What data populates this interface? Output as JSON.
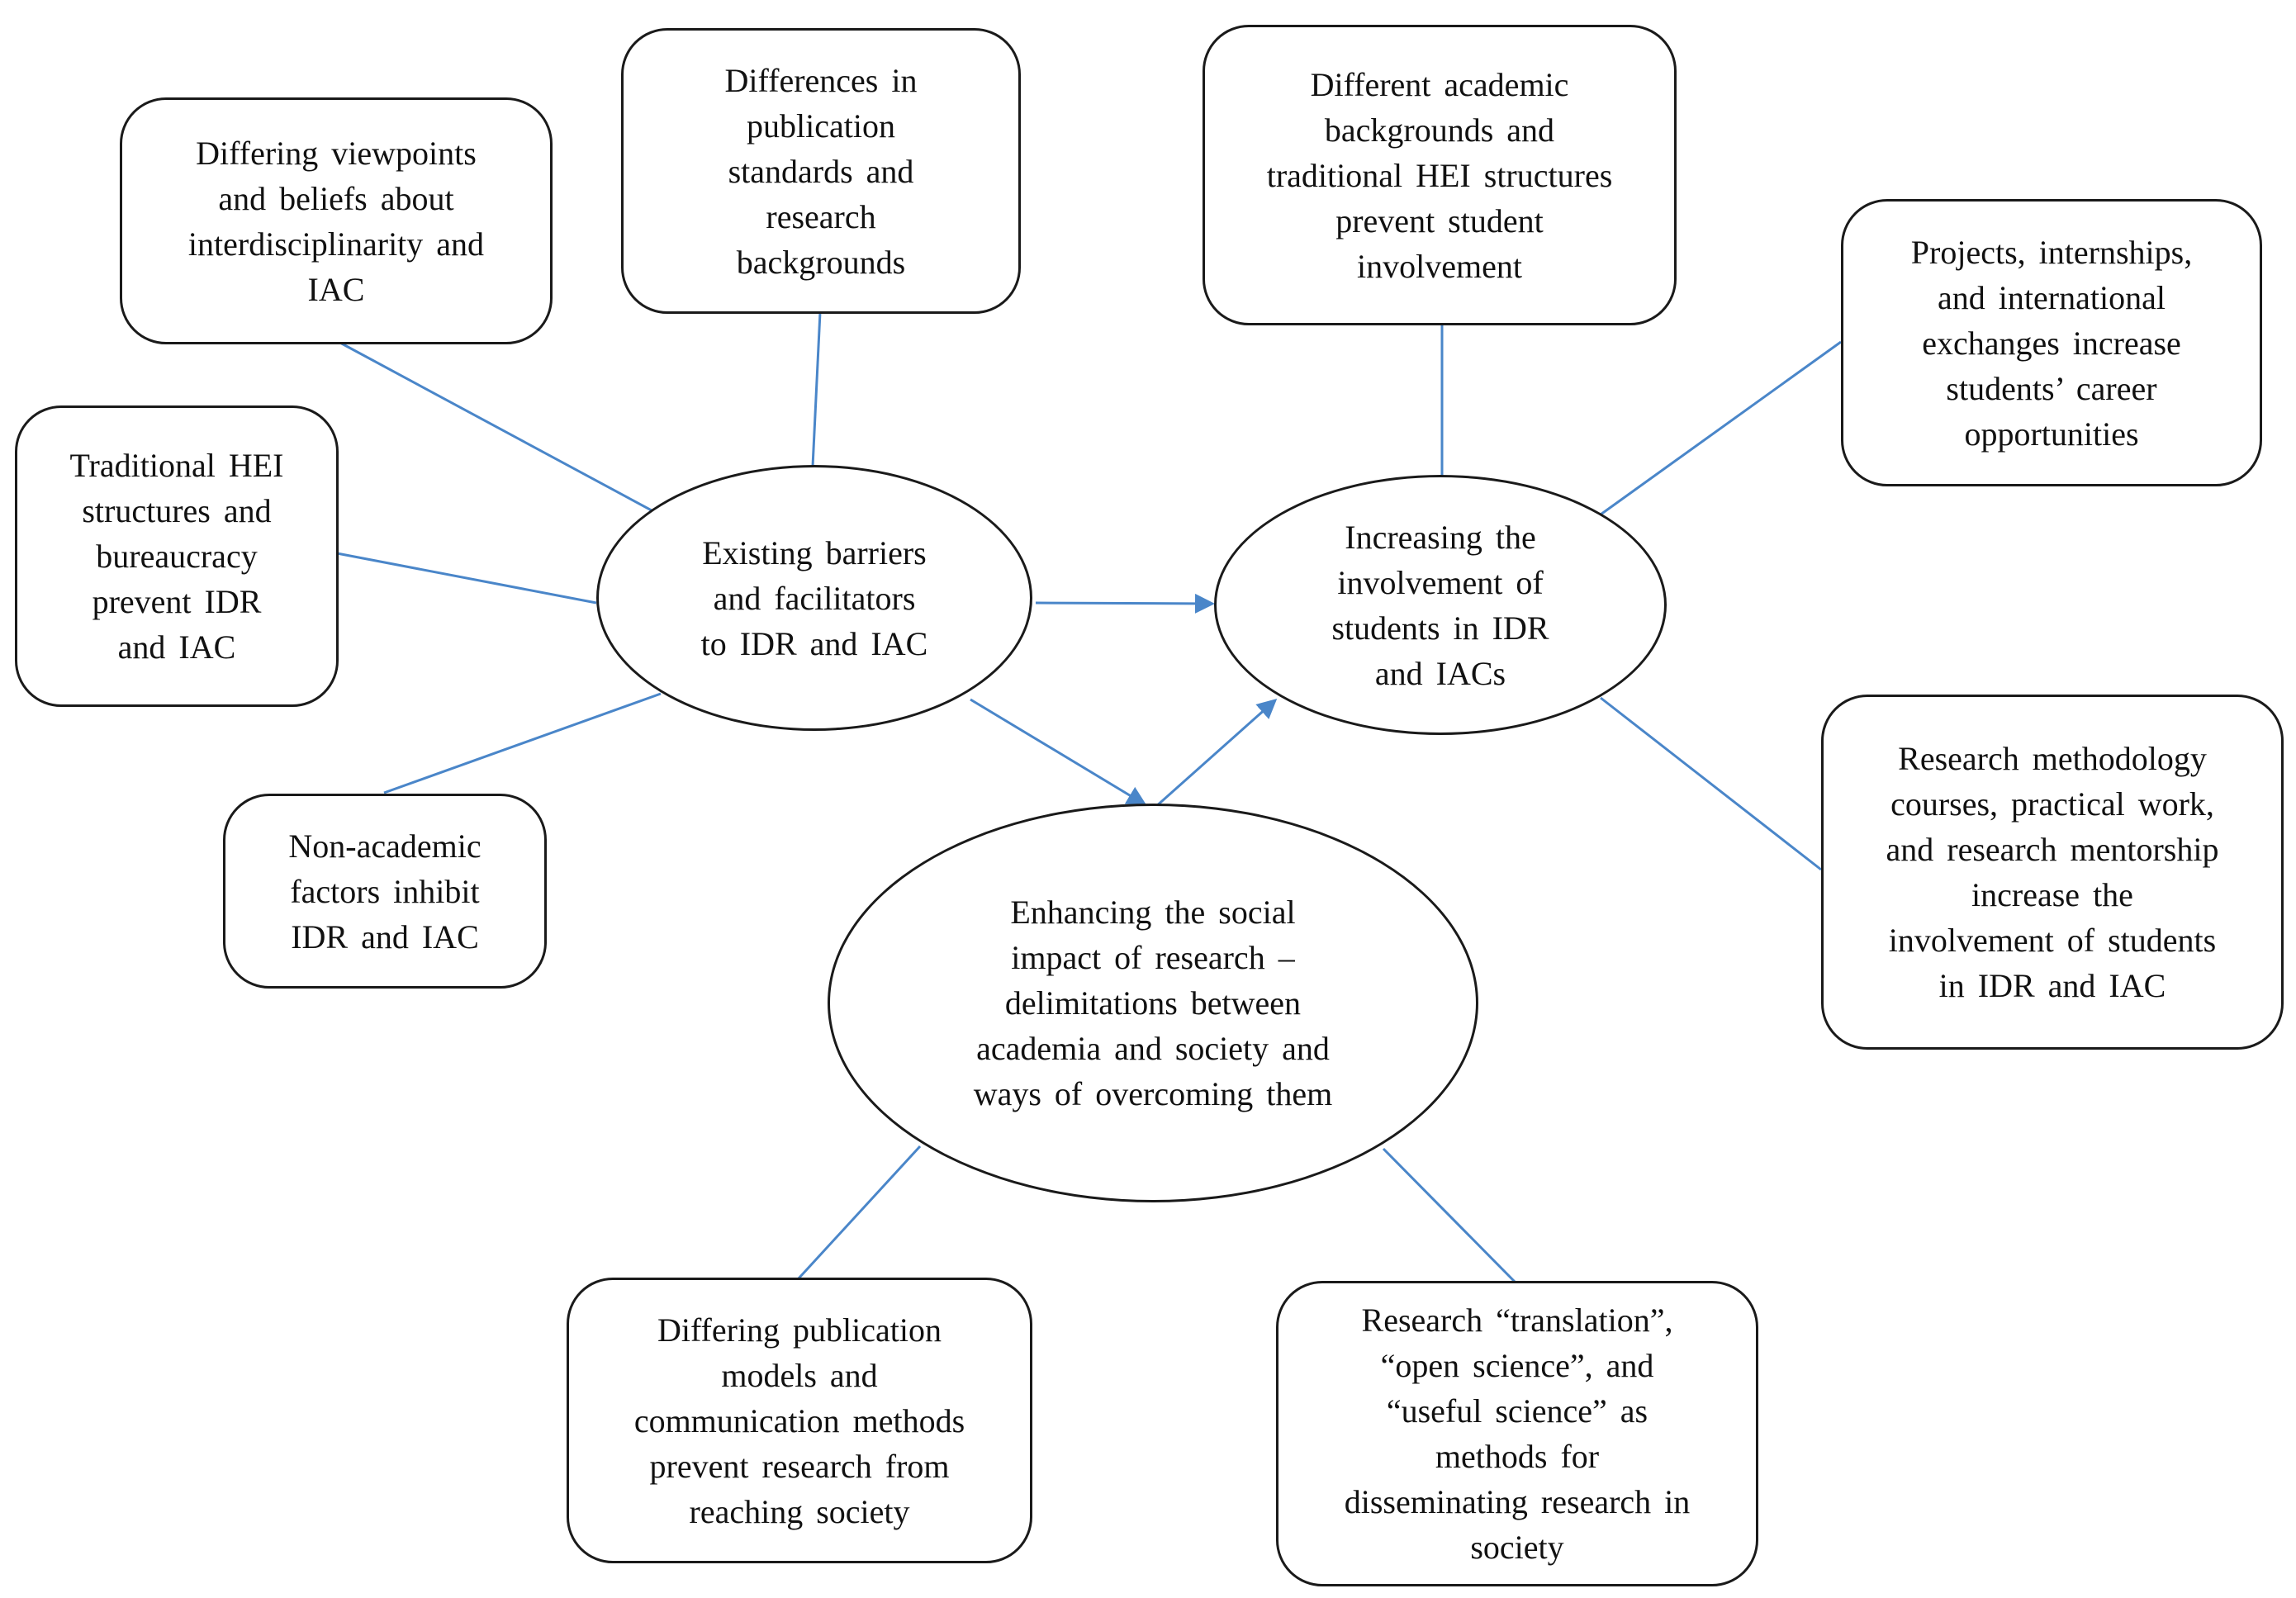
{
  "colors": {
    "connector": "#4a86c9",
    "border": "#1a1a1a",
    "text": "#111111"
  },
  "hubs": {
    "barriers": "Existing barriers\nand facilitators\nto IDR and IAC",
    "involvement": "Increasing the\ninvolvement of\nstudents in IDR\nand IACs",
    "impact": "Enhancing the social\nimpact of research –\ndelimitations between\nacademia and society and\nways of overcoming them"
  },
  "boxes": {
    "viewpoints": "Differing viewpoints\nand beliefs about\ninterdisciplinarity and\nIAC",
    "publication_standards": "Differences in\npublication\nstandards and\nresearch\nbackgrounds",
    "academic_backgrounds": "Different academic\nbackgrounds and\ntraditional HEI structures\nprevent student\ninvolvement",
    "projects": "Projects, internships,\nand international\nexchanges increase\nstudents’ career\nopportunities",
    "hei_structures": "Traditional HEI\nstructures and\nbureaucracy\nprevent IDR\nand IAC",
    "non_academic": "Non-academic\nfactors inhibit\nIDR and IAC",
    "methodology": "Research methodology\ncourses, practical work,\nand research mentorship\nincrease the\ninvolvement of students\nin IDR and IAC",
    "publication_models": "Differing publication\nmodels and\ncommunication methods\nprevent research from\nreaching society",
    "translation": "Research “translation”,\n“open science”, and\n“useful science” as\nmethods for\ndisseminating research in\nsociety"
  }
}
